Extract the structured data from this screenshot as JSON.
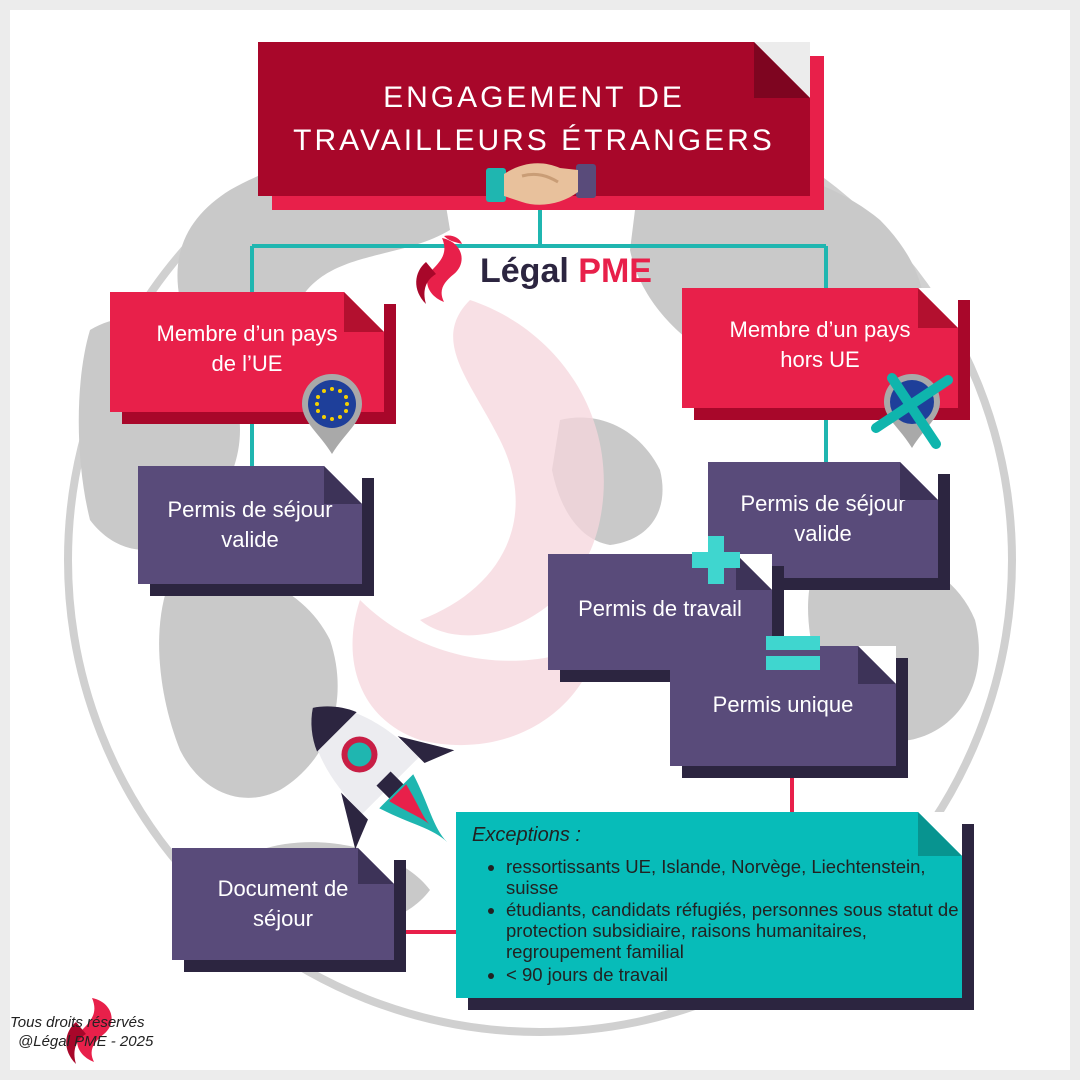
{
  "title": {
    "line1": "ENGAGEMENT DE",
    "line2": "TRAVAILLEURS ÉTRANGERS"
  },
  "brand": {
    "name_part1": "Légal",
    "name_part2": "PME"
  },
  "branches": {
    "eu": {
      "label_line1": "Membre d’un pays",
      "label_line2": "de l’UE",
      "permit_line1": "Permis de séjour",
      "permit_line2": "valide"
    },
    "non_eu": {
      "label_line1": "Membre d’un pays",
      "label_line2": "hors UE",
      "permit_line1": "Permis de séjour",
      "permit_line2": "valide",
      "work_permit": "Permis de travail",
      "single_permit": "Permis unique"
    }
  },
  "exceptions": {
    "title": "Exceptions :",
    "items": [
      "ressortissants UE, Islande, Norvège, Liechtenstein, suisse",
      "étudiants, candidats réfugiés, personnes sous statut de protection subsidiaire, raisons humanitaires, regroupement familial",
      "< 90 jours de travail"
    ]
  },
  "residence_document": {
    "line1": "Document de",
    "line2": "séjour"
  },
  "credit": {
    "line1": "Tous droits réservés",
    "line2": "@Légal PME - 2025"
  },
  "colors": {
    "dark_red": "#a8072a",
    "red": "#e8204a",
    "purple": "#594b7a",
    "navy": "#2c2540",
    "teal": "#07bcb9",
    "globe": "#c9c9c9"
  },
  "icons": [
    "handshake-icon",
    "eu-flag-pin-icon",
    "crossed-eu-flag-pin-icon",
    "plus-icon",
    "equals-icon",
    "rocket-icon",
    "brand-logo-icon"
  ]
}
